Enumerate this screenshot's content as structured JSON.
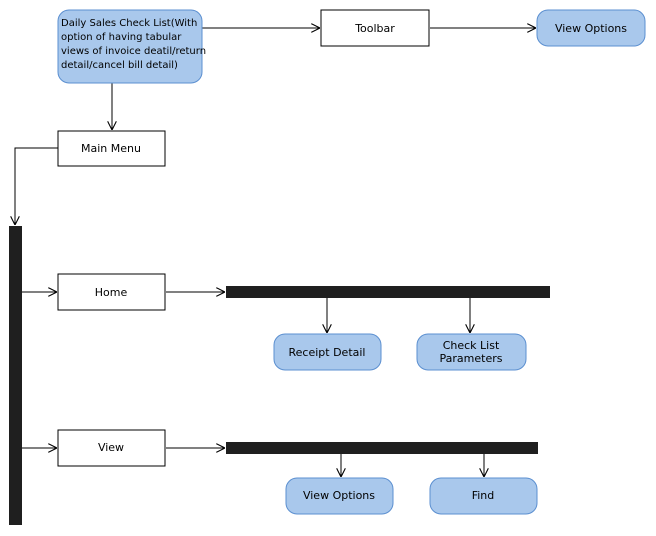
{
  "diagram": {
    "colors": {
      "rounded_fill": "#a9c8ec",
      "rounded_stroke": "#5b8fd0",
      "rect_fill": "#ffffff",
      "stroke": "#000000",
      "bar": "#1f1f1f"
    },
    "nodes": {
      "main": {
        "lines": [
          "Daily Sales Check List(With",
          "option of having tabular",
          "views of invoice deatil/return",
          "detail/cancel bill detail)"
        ]
      },
      "toolbar": {
        "label": "Toolbar"
      },
      "view_options_top": {
        "label": "View Options"
      },
      "main_menu": {
        "label": "Main Menu"
      },
      "home": {
        "label": "Home"
      },
      "receipt_detail": {
        "label": "Receipt Detail"
      },
      "check_list_parameters": {
        "lines": [
          "Check List",
          "Parameters"
        ]
      },
      "view": {
        "label": "View"
      },
      "view_options_bottom": {
        "label": "View Options"
      },
      "find": {
        "label": "Find"
      }
    }
  }
}
